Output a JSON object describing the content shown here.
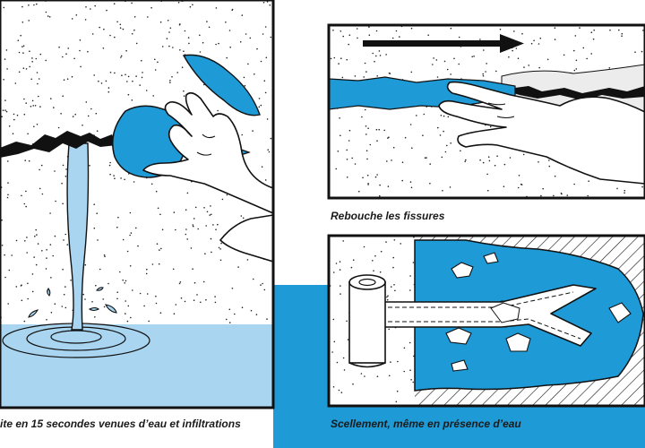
{
  "captions": {
    "left": "ite en 15 secondes venues d’eau et infiltrations",
    "top_right": "Rebouche les fissures",
    "bottom_right": "Scellement, même en présence d’eau"
  },
  "colors": {
    "accent_blue": "#1e9ad6",
    "light_blue": "#a9d5f0",
    "outline": "#111111",
    "background": "#ffffff"
  },
  "icons": {
    "direction_arrow": "right-arrow-icon"
  }
}
